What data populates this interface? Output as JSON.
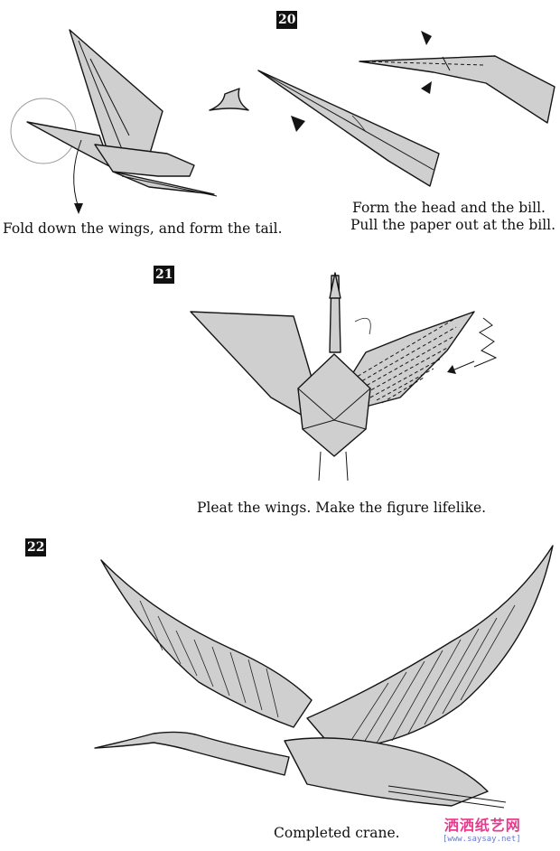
{
  "steps": [
    {
      "number": "20",
      "left_caption": "Fold down the wings, and form the tail.",
      "right_caption_line1": "Form the head and the bill.",
      "right_caption_line2": "Pull the paper out at the bill."
    },
    {
      "number": "21",
      "caption": "Pleat the wings. Make the figure lifelike."
    },
    {
      "number": "22",
      "caption": "Completed crane."
    }
  ],
  "watermark": {
    "title": "洒洒纸艺网",
    "url": "[www.saysay.net]"
  },
  "colors": {
    "paper": "#cfcfcf",
    "outline": "#151515",
    "badge": "#111111",
    "watermark_title": "#e83a8c",
    "watermark_url": "#6a78c8"
  },
  "icons": [
    "fold-arrow-icon",
    "valley-arrowhead-icon",
    "pleat-zigzag-icon"
  ]
}
